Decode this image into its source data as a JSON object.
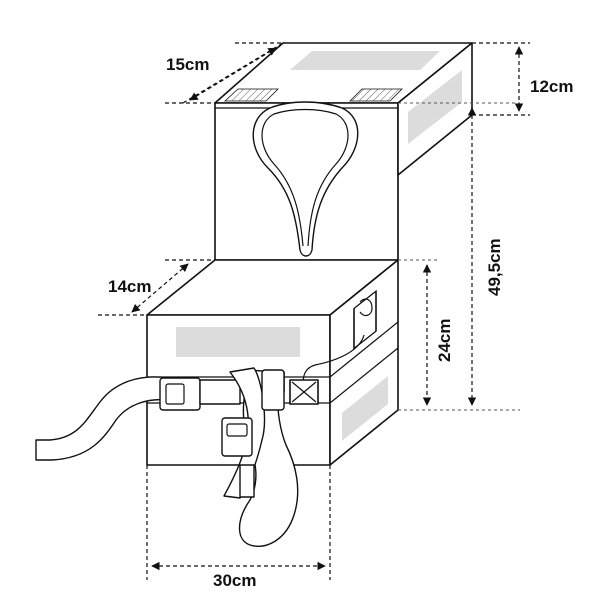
{
  "dimensions": {
    "top_depth": "15cm",
    "top_height": "12cm",
    "total_height": "49,5cm",
    "bottom_depth": "14cm",
    "bottom_height": "24cm",
    "width": "30cm"
  },
  "colors": {
    "line": "#111111",
    "label_panel": "#dcdcdc",
    "background": "#ffffff"
  }
}
